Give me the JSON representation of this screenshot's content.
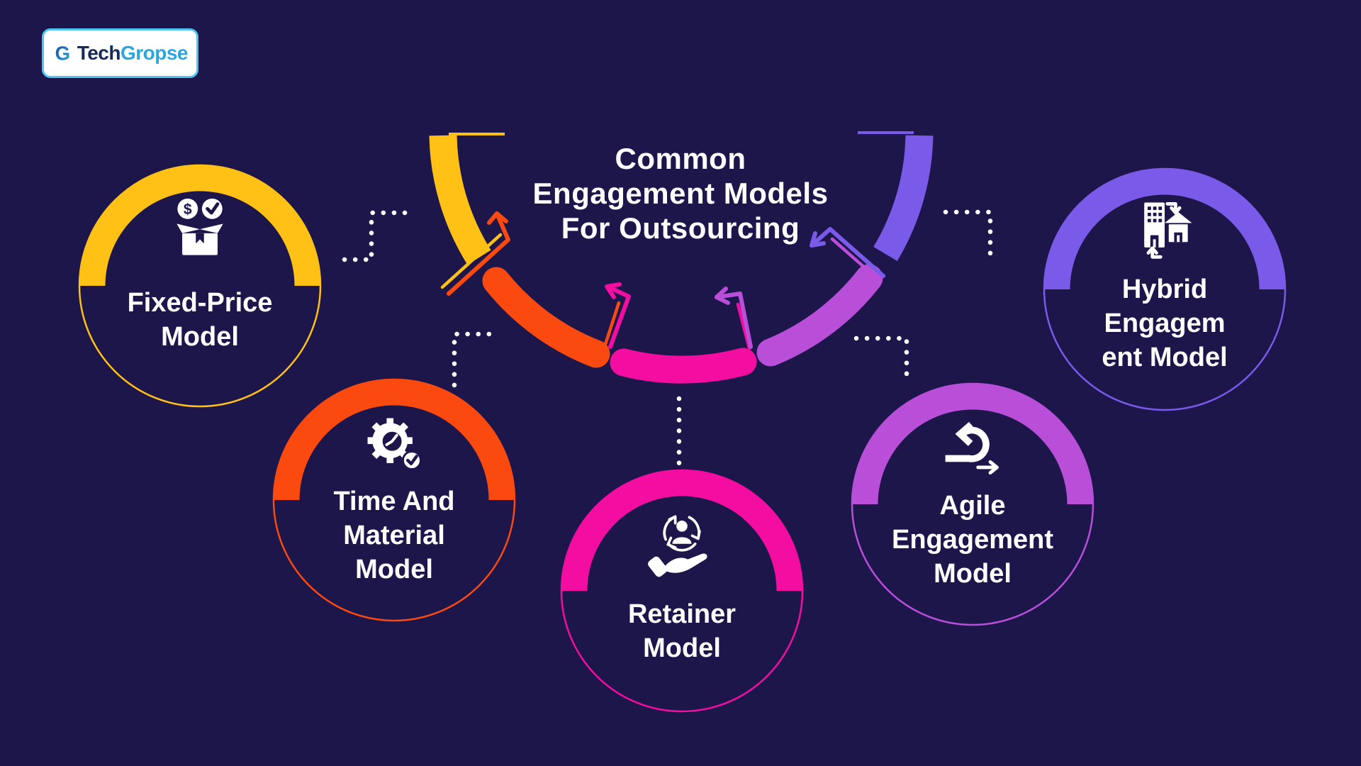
{
  "logo": {
    "monogram": "G",
    "brand_prefix": "Tech",
    "brand_suffix": "Gropse"
  },
  "title": {
    "line1": "Common",
    "line2": "Engagement Models",
    "line3": "For Outsourcing"
  },
  "models": [
    {
      "id": "fixed-price",
      "label": "Fixed-Price Model",
      "label_lines": [
        "Fixed-Price",
        "Model"
      ],
      "color": "#FFC115",
      "icon": "package-dollar-check-icon"
    },
    {
      "id": "time-material",
      "label": "Time And Material Model",
      "label_lines": [
        "Time And",
        "Material",
        "Model"
      ],
      "color": "#FA4A10",
      "icon": "gear-clock-check-icon"
    },
    {
      "id": "retainer",
      "label": "Retainer Model",
      "label_lines": [
        "Retainer",
        "Model"
      ],
      "color": "#F30DA1",
      "icon": "hand-person-cycle-icon"
    },
    {
      "id": "agile",
      "label": "Agile Engagement Model",
      "label_lines": [
        "Agile",
        "Engagement",
        "Model"
      ],
      "color": "#B94FD9",
      "icon": "agile-sprint-loop-icon"
    },
    {
      "id": "hybrid",
      "label": "Hybrid Engagement Model",
      "label_lines": [
        "Hybrid",
        "Engagem",
        "ent Model"
      ],
      "color": "#7A5AE9",
      "icon": "building-house-swap-icon"
    }
  ],
  "colors": {
    "background": "#1D164B",
    "text": "#FFFFFF",
    "icon_fill": "#FFFFFF",
    "connector_dots": "#FFFFFF",
    "logo_border": "#4FC5EF",
    "logo_tech": "#172A56",
    "logo_gropse": "#2AA7DF",
    "logo_gradient_start": "#1A4E9E",
    "logo_gradient_end": "#31B3E8"
  }
}
